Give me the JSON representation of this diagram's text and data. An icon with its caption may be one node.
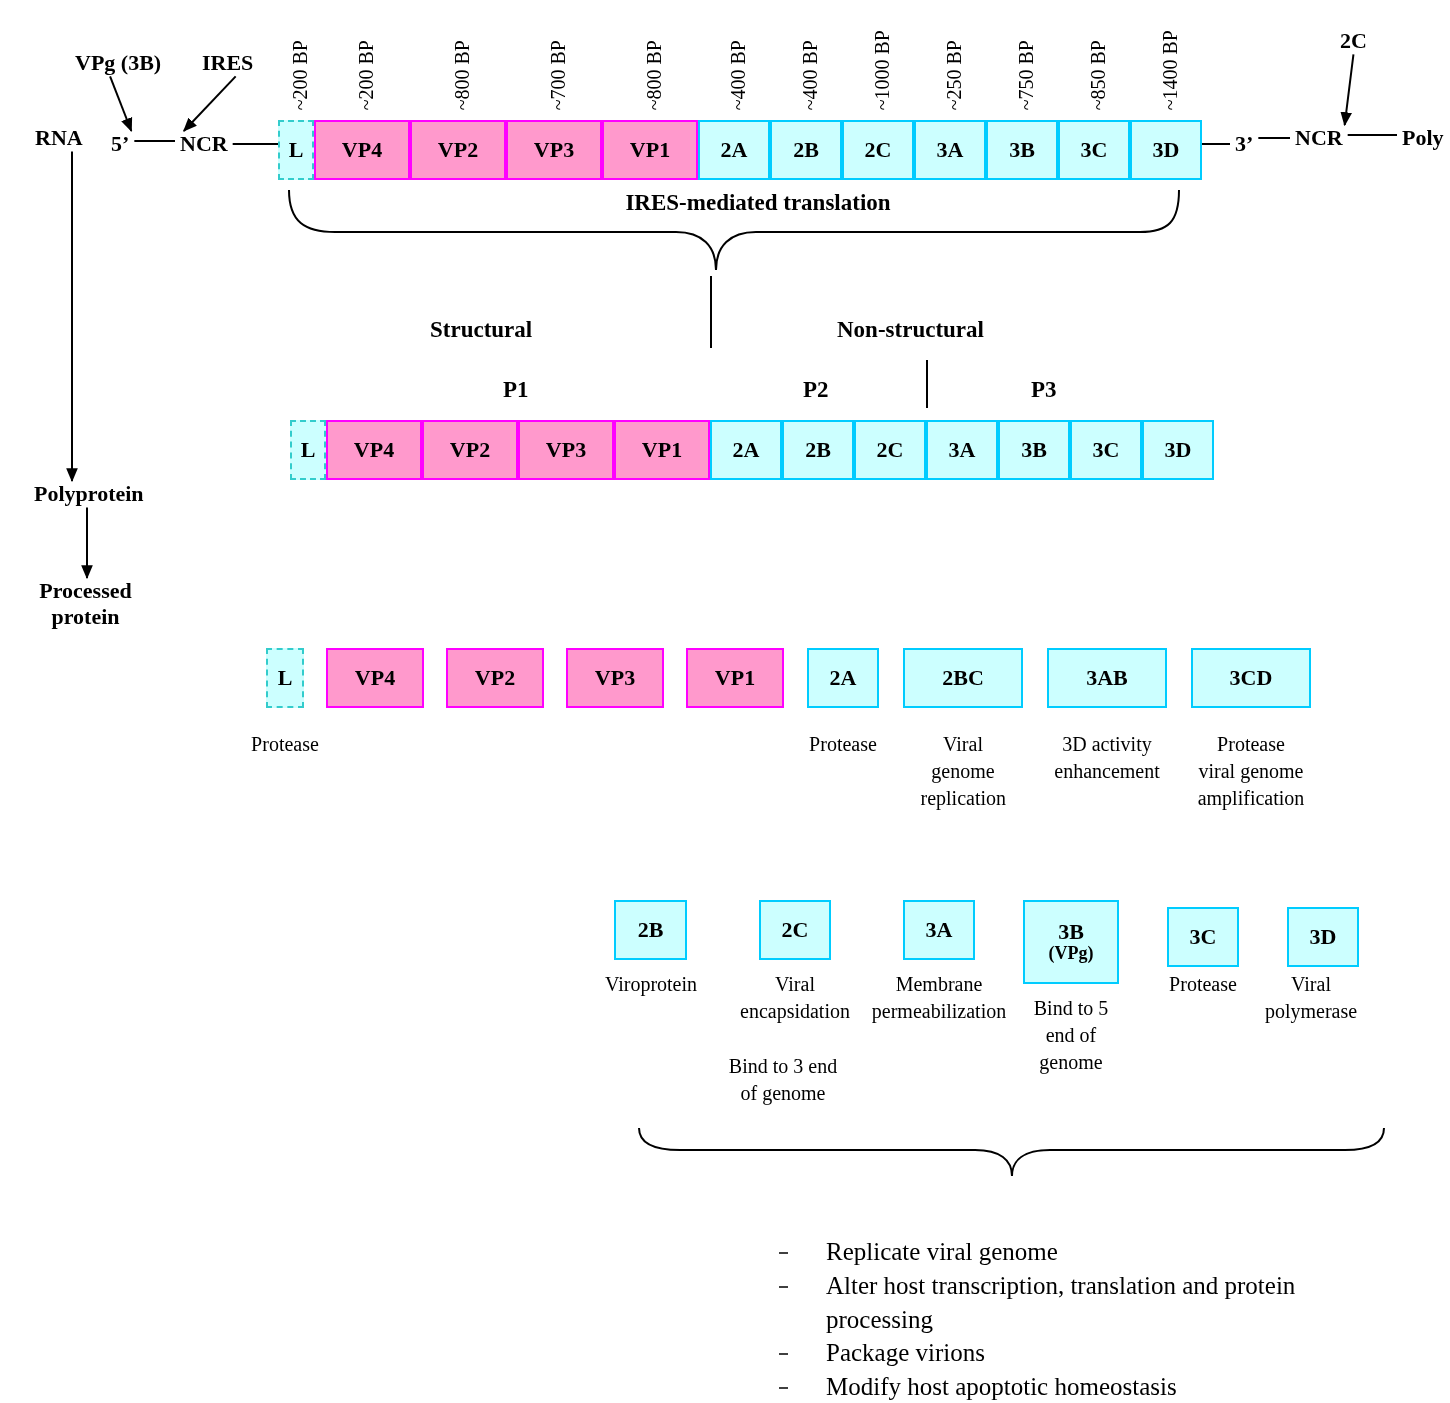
{
  "diagram": {
    "nodes": [
      {
        "text": [
          "RNA"
        ]
      },
      {
        "text": [
          "5’"
        ]
      },
      {
        "text": [
          "NCR"
        ]
      },
      {
        "text": [
          "VPg (3B)"
        ]
      },
      {
        "text": [
          "IRES"
        ]
      },
      {
        "text": [
          "L"
        ],
        "beside": [
          "~200 BP"
        ]
      },
      {
        "text": [
          "VP4"
        ],
        "beside": [
          "~200 BP"
        ]
      },
      {
        "text": [
          "VP2"
        ],
        "beside": [
          "~800 BP"
        ]
      },
      {
        "text": [
          "VP3"
        ],
        "beside": [
          "~700 BP"
        ]
      },
      {
        "text": [
          "VP1"
        ],
        "beside": [
          "~800 BP"
        ]
      },
      {
        "text": [
          "2A"
        ],
        "beside": [
          "~400 BP"
        ]
      },
      {
        "text": [
          "2B"
        ],
        "beside": [
          "~400 BP"
        ]
      },
      {
        "text": [
          "2C"
        ],
        "beside": [
          "~1000 BP"
        ]
      },
      {
        "text": [
          "3A"
        ],
        "beside": [
          "~250 BP"
        ]
      },
      {
        "text": [
          "3B"
        ],
        "beside": [
          "~750 BP"
        ]
      },
      {
        "text": [
          "3C"
        ],
        "beside": [
          "~850 BP"
        ]
      },
      {
        "text": [
          "3D"
        ],
        "beside": [
          "~1400 BP"
        ]
      },
      {
        "text": [
          "3’"
        ]
      },
      {
        "text": [
          "NCR"
        ]
      },
      {
        "text": [
          "2C"
        ]
      },
      {
        "text": [
          "Poly"
        ]
      },
      {
        "text": [
          "Polyprotein"
        ]
      },
      {
        "text": [
          "L"
        ]
      },
      {
        "text": [
          "VP4"
        ]
      },
      {
        "text": [
          "VP2"
        ]
      },
      {
        "text": [
          "VP3"
        ]
      },
      {
        "text": [
          "VP1"
        ]
      },
      {
        "text": [
          "2A"
        ]
      },
      {
        "text": [
          "2B"
        ]
      },
      {
        "text": [
          "2C"
        ]
      },
      {
        "text": [
          "3A"
        ]
      },
      {
        "text": [
          "3B"
        ]
      },
      {
        "text": [
          "3C"
        ]
      },
      {
        "text": [
          "3D"
        ]
      },
      {
        "text": [
          "Processed protein"
        ]
      },
      {
        "text": [
          "L"
        ],
        "beside": [
          "Protease"
        ]
      },
      {
        "text": [
          "VP4"
        ]
      },
      {
        "text": [
          "VP2"
        ]
      },
      {
        "text": [
          "VP3"
        ]
      },
      {
        "text": [
          "VP1"
        ]
      },
      {
        "text": [
          "2A"
        ],
        "beside": [
          "Protease"
        ]
      },
      {
        "text": [
          "2BC"
        ],
        "beside": [
          "Viral genome replication"
        ]
      },
      {
        "text": [
          "3AB"
        ],
        "beside": [
          "3D activity enhancement"
        ]
      },
      {
        "text": [
          "3CD"
        ],
        "beside": [
          "Protease",
          "viral genome amplification"
        ]
      },
      {
        "text": [
          "2B"
        ],
        "beside": [
          "Viroprotein"
        ]
      },
      {
        "text": [
          "2C"
        ],
        "beside": [
          "Viral encapsidation",
          "Bind to 3 end of genome"
        ]
      },
      {
        "text": [
          "3A"
        ],
        "beside": [
          "Membrane permeabilization"
        ]
      },
      {
        "text": [
          "3B",
          "(VPg)"
        ],
        "beside": [
          "Bind to 5 end of genome"
        ]
      },
      {
        "text": [
          "3C"
        ],
        "beside": [
          "Protease"
        ]
      },
      {
        "text": [
          "3D"
        ],
        "beside": [
          "Viral polymerase"
        ]
      }
    ],
    "edges": [
      {
        "from": 3,
        "to": 1,
        "arrow": "to"
      },
      {
        "from": 4,
        "to": 2,
        "arrow": "to"
      },
      {
        "from": 1,
        "to": 2,
        "arrow": "none"
      },
      {
        "from": 2,
        "to": 5,
        "arrow": "none"
      },
      {
        "from": 16,
        "to": 17,
        "arrow": "none"
      },
      {
        "from": 17,
        "to": 18,
        "arrow": "none"
      },
      {
        "from": 18,
        "to": 20,
        "arrow": "none"
      },
      {
        "from": 19,
        "to": 18,
        "arrow": "to"
      },
      {
        "from": 0,
        "to": 21,
        "arrow": "to"
      },
      {
        "from": 21,
        "to": 34,
        "arrow": "to"
      }
    ],
    "labels": [
      "IRES-mediated translation",
      "Structural",
      "Non-structural",
      "P1",
      "P2",
      "P3",
      "Replicate viral genome",
      "Alter host transcription, translation and protein processing",
      "Package virions",
      "Modify host apoptotic homeostasis"
    ]
  }
}
